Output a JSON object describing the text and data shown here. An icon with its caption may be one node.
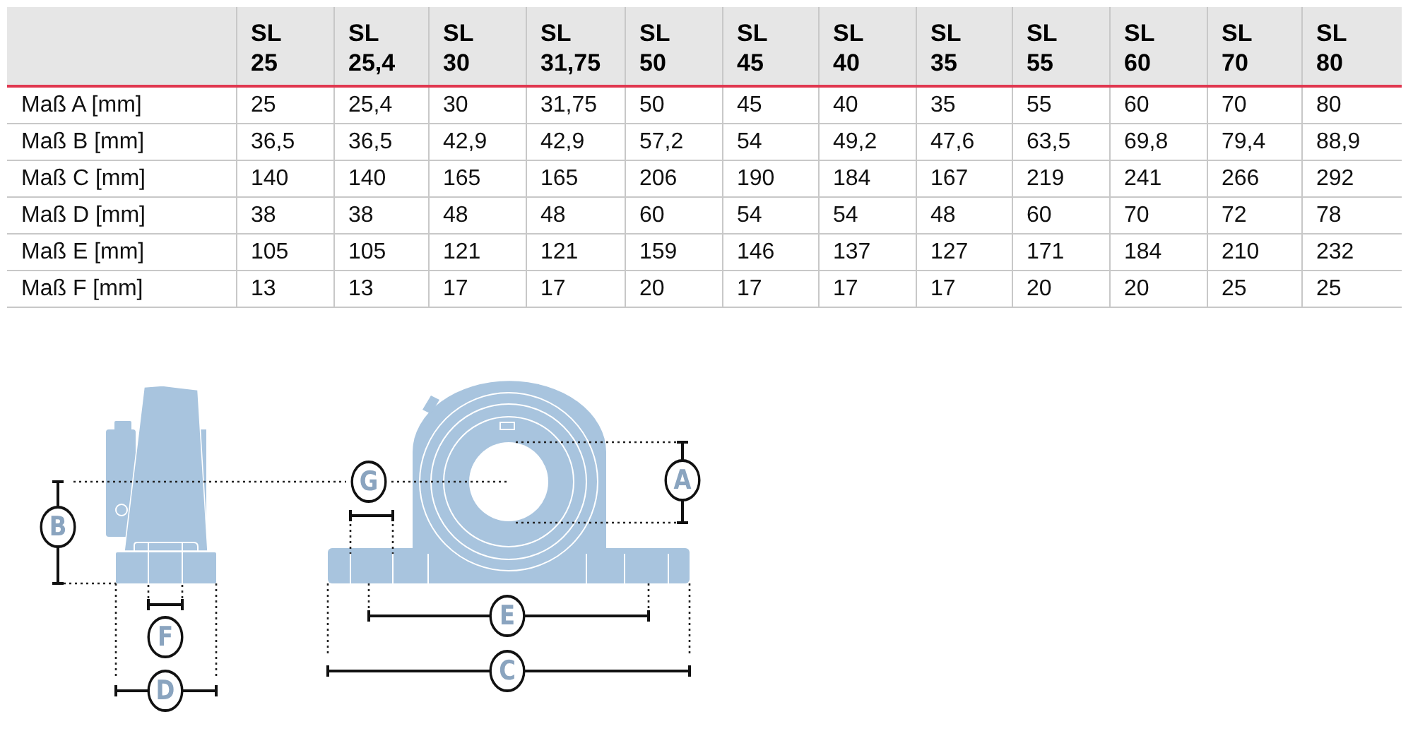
{
  "diagram": {
    "labels": [
      "SL 25",
      "SL 25,4",
      "SL 30",
      "SL 31,75",
      "SL 50",
      "SL 45",
      "SL 40",
      "SL 35",
      "SL 55",
      "SL 60",
      "SL 70",
      "SL 80",
      "Maß A [mm]",
      "25",
      "25,4",
      "30",
      "31,75",
      "50",
      "45",
      "40",
      "35",
      "55",
      "60",
      "70",
      "80",
      "Maß B [mm]",
      "36,5",
      "36,5",
      "42,9",
      "42,9",
      "57,2",
      "54",
      "49,2",
      "47,6",
      "63,5",
      "69,8",
      "79,4",
      "88,9",
      "Maß C [mm]",
      "140",
      "140",
      "165",
      "165",
      "206",
      "190",
      "184",
      "167",
      "219",
      "241",
      "266",
      "292",
      "Maß D [mm]",
      "38",
      "38",
      "48",
      "48",
      "60",
      "54",
      "54",
      "48",
      "60",
      "70",
      "72",
      "78",
      "Maß E [mm]",
      "105",
      "105",
      "121",
      "121",
      "159",
      "146",
      "137",
      "127",
      "171",
      "184",
      "210",
      "232",
      "Maß F [mm]",
      "13",
      "13",
      "17",
      "17",
      "20",
      "17",
      "17",
      "17",
      "20",
      "20",
      "25",
      "25",
      "G",
      "A",
      "B",
      "E",
      "F",
      "C",
      "D"
    ]
  }
}
